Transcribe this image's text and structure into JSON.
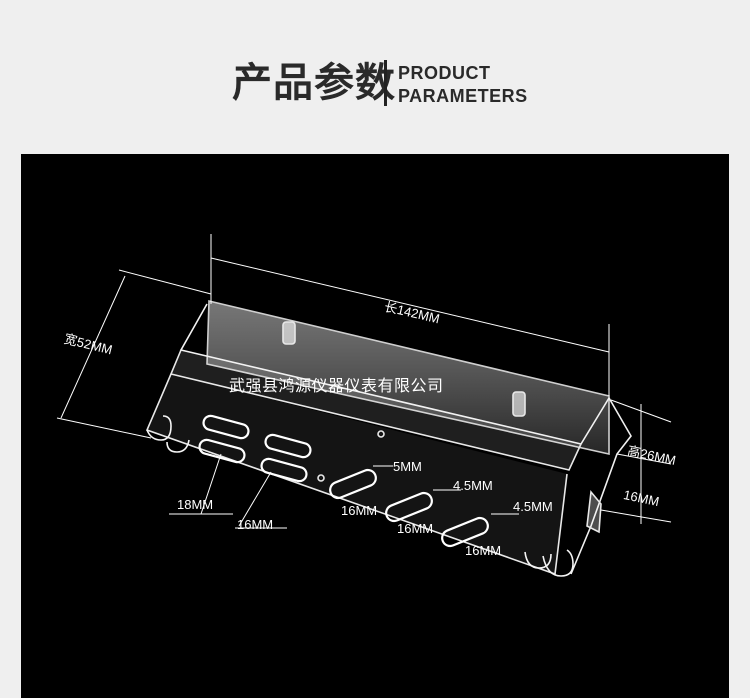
{
  "header": {
    "title_cn": "产品参数",
    "title_en_line1": "PRODUCT",
    "title_en_line2": "PARAMETERS"
  },
  "photo": {
    "watermark": "武强县鸿源仪器仪表有限公司",
    "dimensions": {
      "length": "长142MM",
      "width": "宽52MM",
      "height": "高26MM",
      "side_height": "16MM",
      "slot_width_left": "18MM",
      "slot_length_left": "16MM",
      "slot_gap_5": "5MM",
      "slot_length_a": "16MM",
      "slot_gap_45_a": "4.5MM",
      "slot_length_b": "16MM",
      "slot_gap_45_b": "4.5MM",
      "slot_length_c": "16MM"
    }
  },
  "colors": {
    "background": "#efefef",
    "photo_background": "#000000",
    "text": "#2a2a2a",
    "annotation": "#ffffff"
  }
}
